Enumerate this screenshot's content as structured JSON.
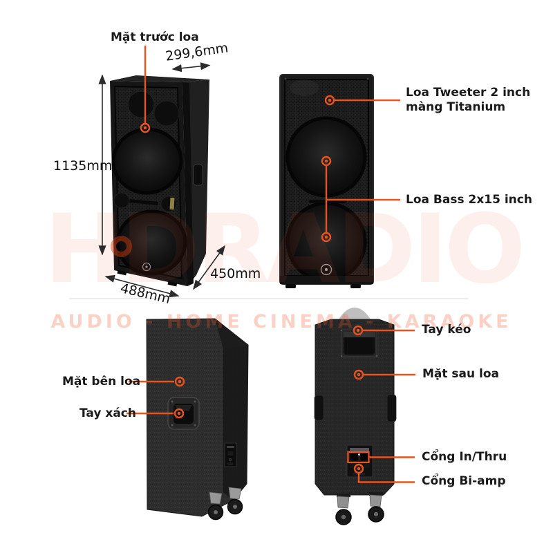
{
  "colors": {
    "accent": "#E8541E",
    "label_text": "#1a1a1a",
    "watermark_red": "#ED5B2C",
    "cabinet_black": "#1b1b1b"
  },
  "watermark": {
    "logo_text": "HDRADIO",
    "banner_text": "AUDIO  -  HOME CINEMA  -  KARAOKE"
  },
  "views": {
    "front_angled": {
      "callout_front": "Mặt trước loa",
      "dim_width": "299,6mm",
      "dim_height": "1135mm",
      "dim_bottom_width": "488mm",
      "dim_depth": "450mm"
    },
    "front": {
      "tweeter_line1": "Loa Tweeter 2 inch",
      "tweeter_line2": "màng Titanium",
      "bass": "Loa Bass 2x15 inch"
    },
    "side": {
      "panel": "Mặt bên loa",
      "carry_handle": "Tay xách"
    },
    "rear": {
      "pull_handle": "Tay kéo",
      "panel": "Mặt sau loa",
      "in_thru_port": "Cổng In/Thru",
      "biamp_port": "Cổng Bi-amp"
    }
  }
}
